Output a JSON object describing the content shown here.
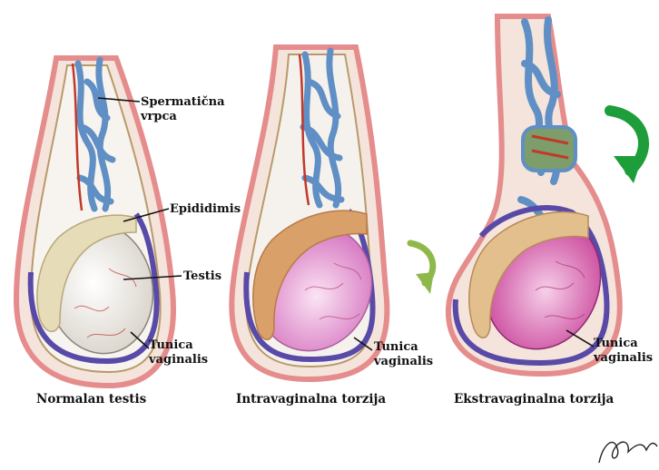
{
  "labels": {
    "spermatic_cord_line1": "Spermatična",
    "spermatic_cord_line2": "vrpca",
    "epididymis": "Epididimis",
    "testis": "Testis",
    "tunica_line1": "Tunica",
    "tunica_line2": "vaginalis"
  },
  "captions": {
    "normal": "Normalan testis",
    "intravaginal": "Intravaginalna torzija",
    "extravaginal": "Ekstravaginalna torzija"
  },
  "colors": {
    "skin": "#e58c8c",
    "tunica": "#5a4aa8",
    "veins": "#5f8fc4",
    "artery": "#c0392b",
    "epididymis_normal": "#e6dcb8",
    "epididymis_torsion": "#d9a06a",
    "testis_normal": "#f1ede6",
    "testis_torsion": "#e08ad0",
    "arrow_light": "#8fb84a",
    "arrow_dark": "#1e9e3a"
  },
  "icons": {
    "rotation_arrow_small": "curved-rotation-arrow-icon",
    "rotation_arrow_large": "curved-rotation-arrow-icon",
    "signature": "signature"
  }
}
